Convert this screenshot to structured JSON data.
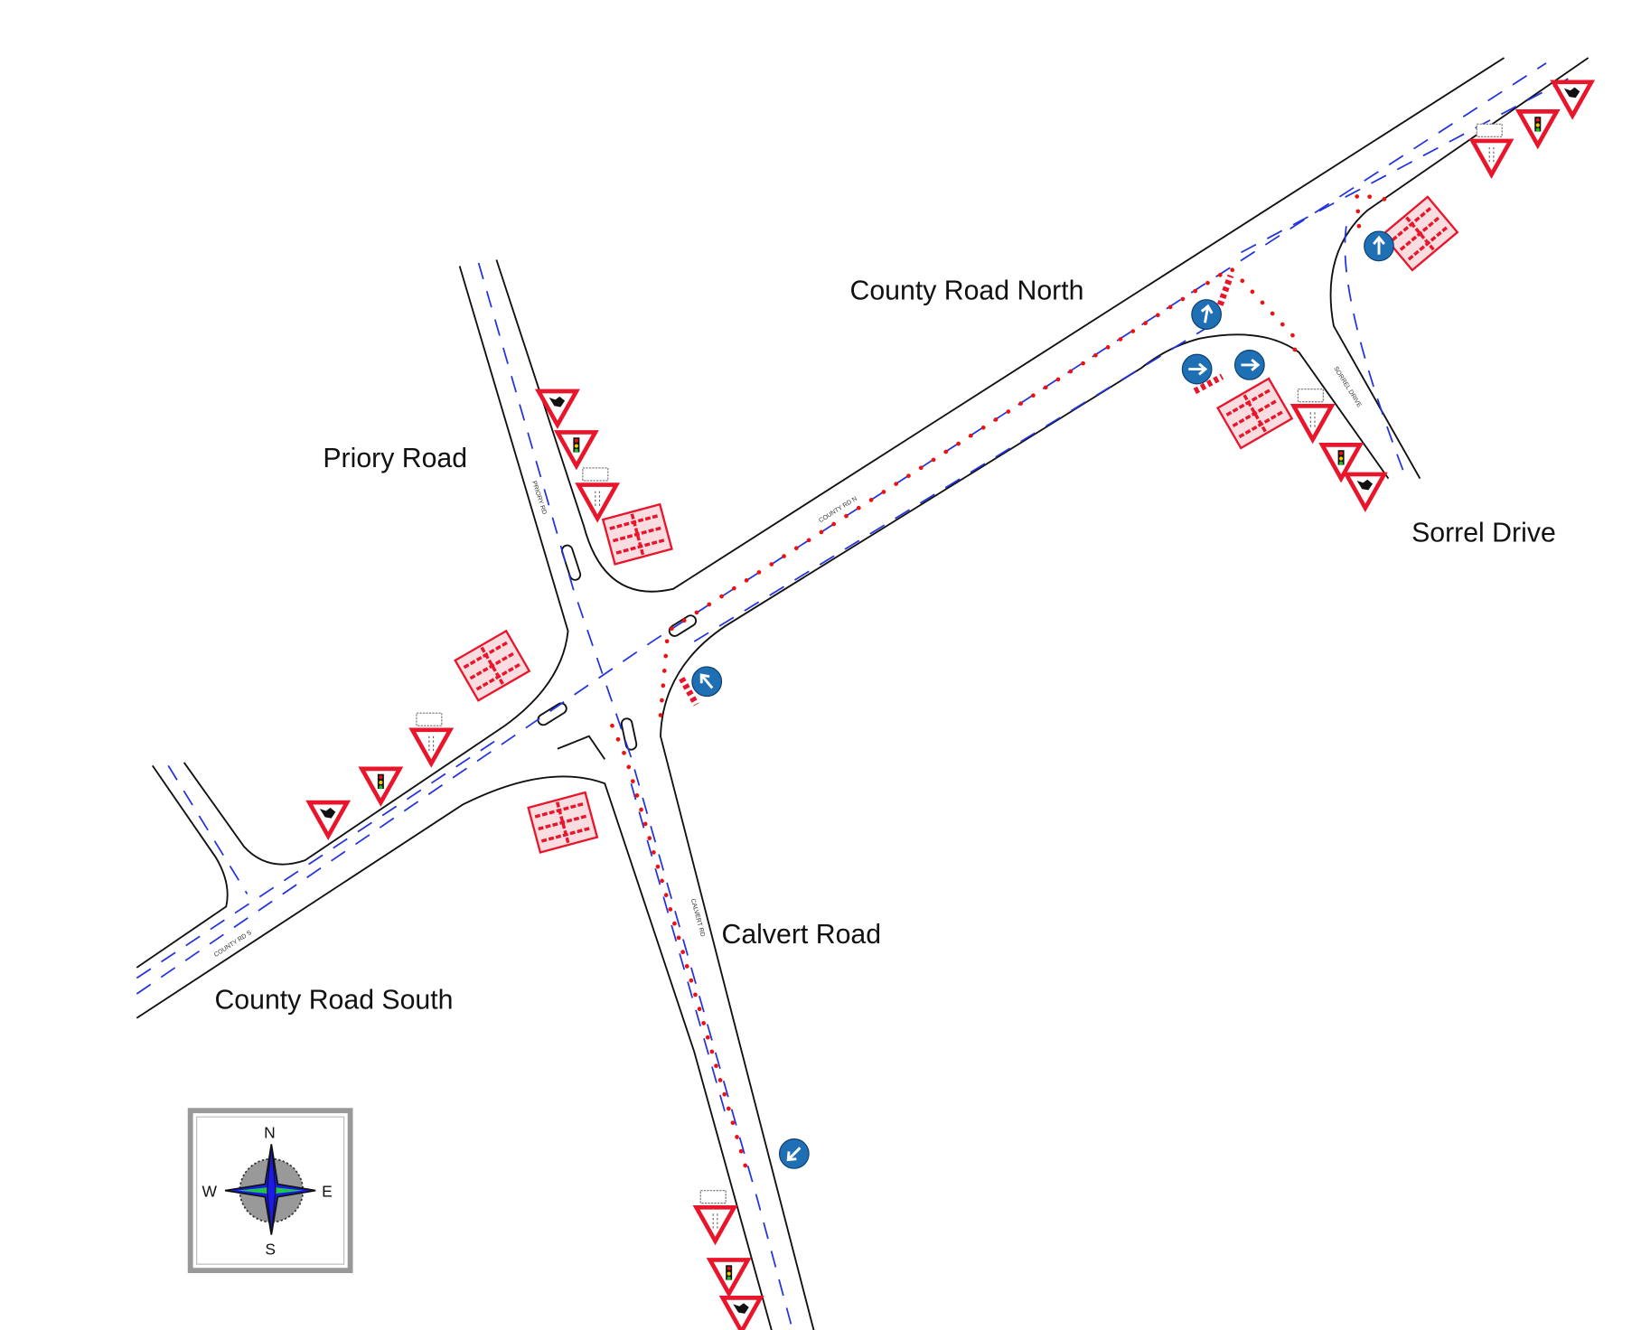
{
  "road_labels": {
    "county_road_north": "County Road North",
    "priory_road": "Priory Road",
    "sorrel_drive": "Sorrel Drive",
    "calvert_road": "Calvert Road",
    "county_road_south": "County Road South"
  },
  "road_name_plates": {
    "county_rd_n": "COUNTY RD N",
    "county_rd_s": "COUNTY RD S",
    "priory_rd": "PRIORY RD",
    "calvert_rd": "CALVERT RD",
    "sorrel_drive": "SORREL DRIVE"
  },
  "compass": {
    "n": "N",
    "s": "S",
    "e": "E",
    "w": "W"
  },
  "colors": {
    "road_edge": "#111111",
    "centre_line": "#2233dd",
    "cones": "#ee1111",
    "warning_sign": "#e8152b",
    "mandatory_sign": "#1f6fb5",
    "compass_blue": "#1a1aee",
    "compass_green": "#22ee22"
  },
  "icons": {
    "warning_roadworks": "roadworks-triangle-icon",
    "warning_signals": "traffic-signals-triangle-icon",
    "warning_other": "warning-triangle-icon",
    "info_board": "roadworks-info-board-icon",
    "keep_direction": "blue-arrow-circle-icon"
  }
}
